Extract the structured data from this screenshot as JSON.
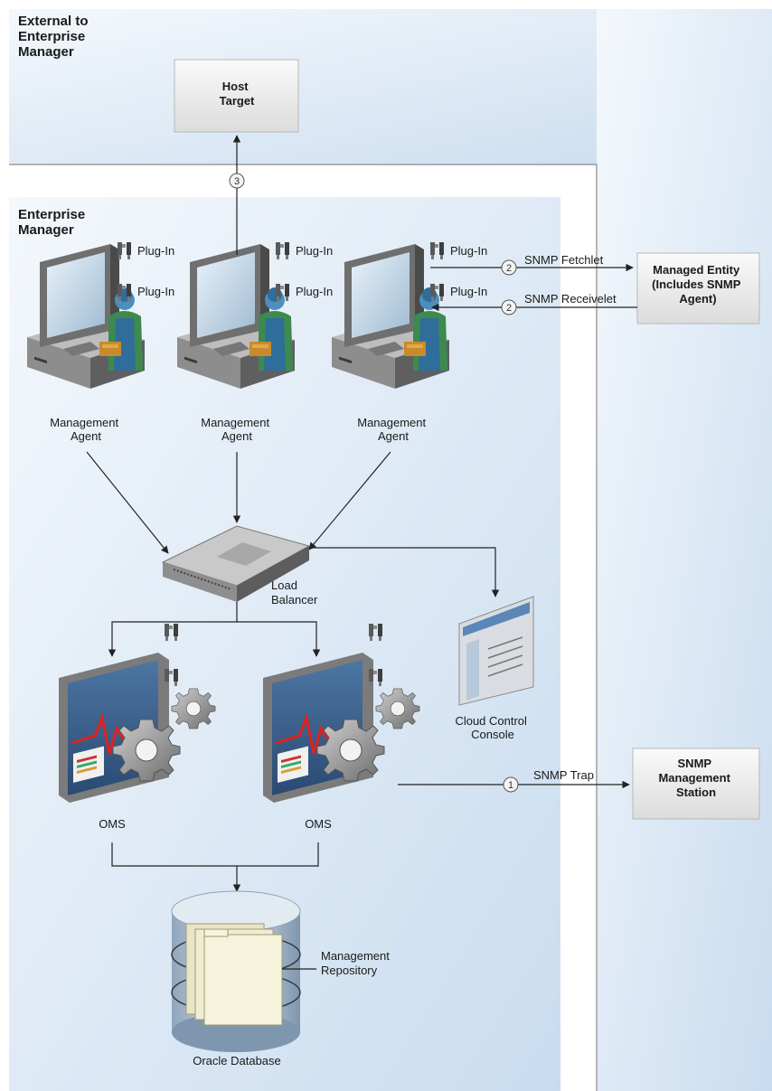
{
  "zones": {
    "external": [
      "External to",
      "Enterprise",
      "Manager"
    ],
    "enterprise": [
      "Enterprise",
      "Manager"
    ]
  },
  "host_target": [
    "Host",
    "Target"
  ],
  "managed_entity": [
    "Managed Entity",
    "(Includes SNMP",
    "Agent)"
  ],
  "snmp_station": [
    "SNMP",
    "Management",
    "Station"
  ],
  "plugin_label": "Plug-In",
  "agent_label": [
    "Management",
    "Agent"
  ],
  "load_balancer": [
    "Load",
    "Balancer"
  ],
  "console": [
    "Cloud Control",
    "Console"
  ],
  "oms_label": "OMS",
  "repository": [
    "Management",
    "Repository"
  ],
  "database": "Oracle Database",
  "steps": {
    "host": "3",
    "fetchlet": "2",
    "receivelet": "2",
    "trap": "1"
  },
  "links": {
    "fetchlet": "SNMP Fetchlet",
    "receivelet": "SNMP Receivelet",
    "trap": "SNMP Trap"
  }
}
